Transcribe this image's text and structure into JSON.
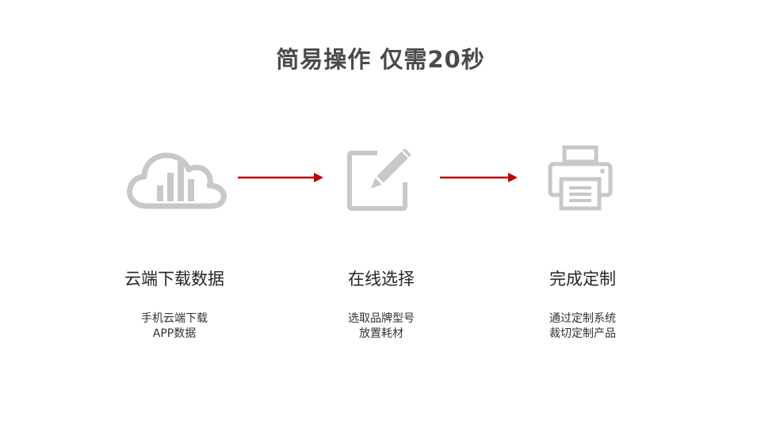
{
  "title": "简易操作 仅需20秒",
  "colors": {
    "icon": "#c8c8c8",
    "arrow": "#c00000",
    "title": "#4a4a4a"
  },
  "steps": [
    {
      "icon": "cloud-bar-chart-icon",
      "title": "云端下载数据",
      "desc": [
        "手机云端下载",
        "APP数据"
      ]
    },
    {
      "icon": "pencil-edit-icon",
      "title": "在线选择",
      "desc": [
        "选取品牌型号",
        "放置耗材"
      ]
    },
    {
      "icon": "printer-icon",
      "title": "完成定制",
      "desc": [
        "通过定制系统",
        "裁切定制产品"
      ]
    }
  ]
}
